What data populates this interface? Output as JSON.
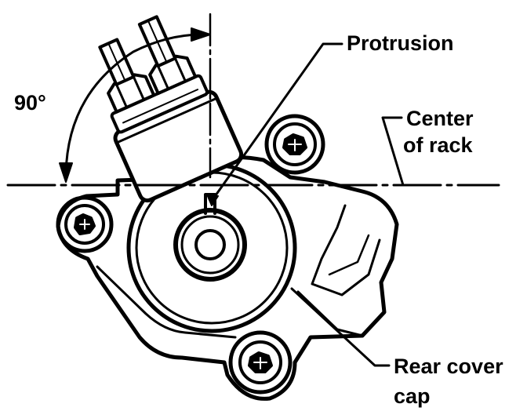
{
  "figure": {
    "labels": {
      "angle": "90°",
      "protrusion": "Protrusion",
      "center_line1": "Center",
      "center_line2": "of rack",
      "rear_line1": "Rear cover",
      "rear_line2": "cap"
    },
    "colors": {
      "ink": "#000000",
      "paper": "#ffffff"
    },
    "icons": [
      "hex-nut-icon",
      "bolt-head-icon"
    ]
  }
}
